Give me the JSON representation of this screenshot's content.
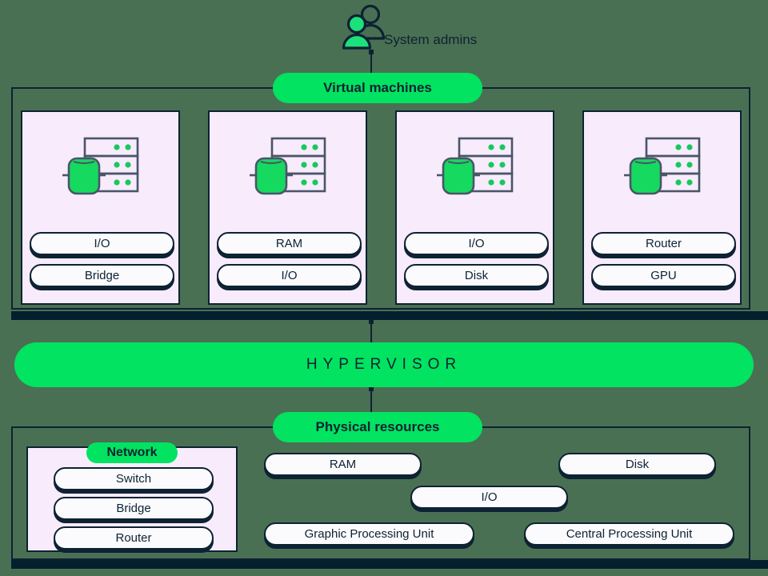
{
  "diagram": {
    "title_note": "Virtualization architecture: system admins over virtual machines, hypervisor, and physical resources",
    "actor": {
      "label": "System admins",
      "icon": "two-people-icon"
    },
    "virtual_machines": {
      "badge": "Virtual machines",
      "cards": [
        {
          "icon": "server-rack-icon",
          "items": [
            "I/O",
            "Bridge"
          ]
        },
        {
          "icon": "server-rack-icon",
          "items": [
            "RAM",
            "I/O"
          ]
        },
        {
          "icon": "server-rack-icon",
          "items": [
            "I/O",
            "Disk"
          ]
        },
        {
          "icon": "server-rack-icon",
          "items": [
            "Router",
            "GPU"
          ]
        }
      ]
    },
    "hypervisor": {
      "label": "HYPERVISOR"
    },
    "physical_resources": {
      "badge": "Physical resources",
      "network": {
        "badge": "Network",
        "items": [
          "Switch",
          "Bridge",
          "Router"
        ]
      },
      "resources": [
        "RAM",
        "Disk",
        "I/O",
        "Graphic Processing Unit",
        "Central Processing Unit"
      ]
    },
    "colors": {
      "background": "#4a7053",
      "accent_green": "#02e361",
      "navy": "#0d2233",
      "dark_bar": "#04202e",
      "card_lavender": "#f7ebfc",
      "pill_white": "#fbfbfd"
    }
  }
}
